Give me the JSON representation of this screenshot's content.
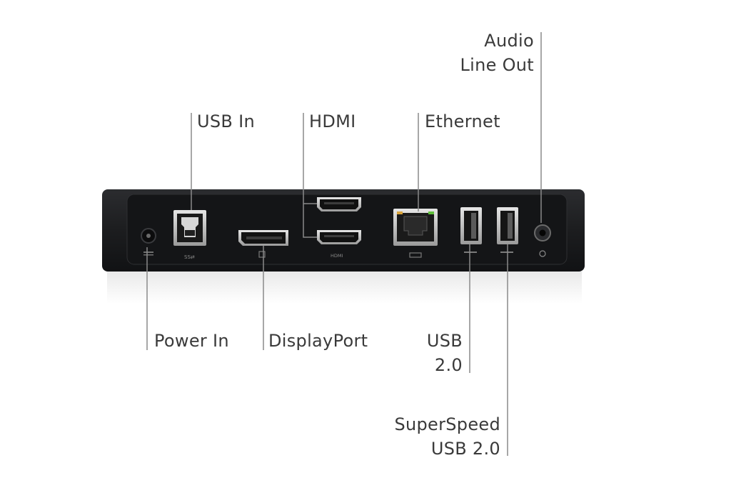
{
  "labels": {
    "audio": {
      "line1": "Audio",
      "line2": "Line Out"
    },
    "usb_in": "USB In",
    "hdmi": "HDMI",
    "ethernet": "Ethernet",
    "power_in": "Power In",
    "displayport": "DisplayPort",
    "usb20": {
      "line1": "USB",
      "line2": "2.0"
    },
    "superspeed": {
      "line1": "SuperSpeed",
      "line2": "USB 2.0"
    }
  },
  "port_marks": {
    "usb_in": "SS⇄",
    "hdmi": "HDMI"
  },
  "colors": {
    "dock_body": "#1f2022",
    "dock_face": "#141517",
    "port_metal": "#c9c9c9",
    "leader_line": "#8a8a8a",
    "label_text": "#3a3a3a",
    "ethernet_led_green": "#5fbf3a",
    "ethernet_led_amber": "#d8a23a"
  }
}
